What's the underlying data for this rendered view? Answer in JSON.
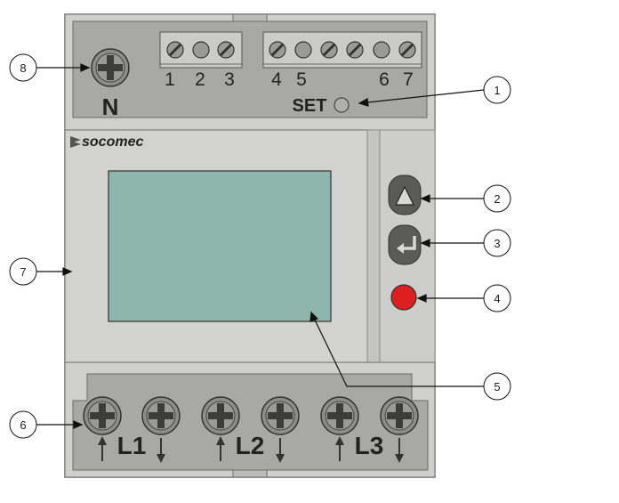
{
  "brand": "socomec",
  "neutral_label": "N",
  "set_label": "SET",
  "top_terminals": {
    "group_a": [
      "1",
      "2",
      "3"
    ],
    "group_b": [
      "4",
      "5",
      "6",
      "7"
    ]
  },
  "phase_labels": [
    "L1",
    "L2",
    "L3"
  ],
  "callouts": [
    "1",
    "2",
    "3",
    "4",
    "5",
    "6",
    "7",
    "8"
  ],
  "colors": {
    "housing": "#d2d2d0",
    "terminal_block": "#a8a8a6",
    "screen": "#8db5ab",
    "button_dark": "#5a5a58",
    "indicator_led": "#dd1f1f"
  },
  "icons": {
    "button_up": "triangle-up-icon",
    "button_enter": "enter-arrow-icon"
  }
}
